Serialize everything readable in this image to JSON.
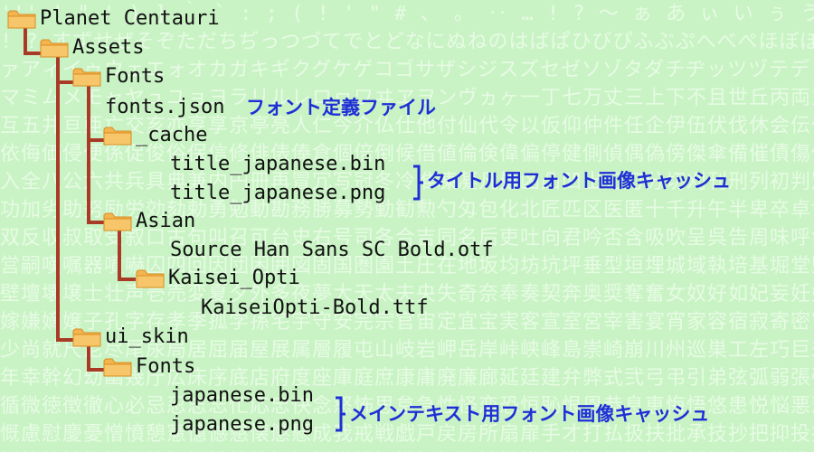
{
  "colors": {
    "background": "#c9f3c5",
    "tree_line": "#a83a26",
    "folder": "#f4b44f",
    "annotation": "#1f2fd6"
  },
  "tree": {
    "root": "Planet Centauri",
    "assets": "Assets",
    "fonts": "Fonts",
    "fonts_json": "fonts.json",
    "cache": "_cache",
    "title_bin": "title_japanese.bin",
    "title_png": "title_japanese.png",
    "asian": "Asian",
    "source_han": "Source Han Sans SC Bold.otf",
    "kaisei_folder": "Kaisei_Opti",
    "kaisei_file": "KaiseiOpti-Bold.ttf",
    "ui_skin": "ui_skin",
    "ui_fonts": "Fonts",
    "jp_bin": "japanese.bin",
    "jp_png": "japanese.png"
  },
  "annotations": {
    "font_definition": "フォント定義ファイル",
    "title_cache": "タイトル用フォント画像キャッシュ",
    "main_text_cache": "メインテキスト用フォント画像キャッシュ"
  }
}
